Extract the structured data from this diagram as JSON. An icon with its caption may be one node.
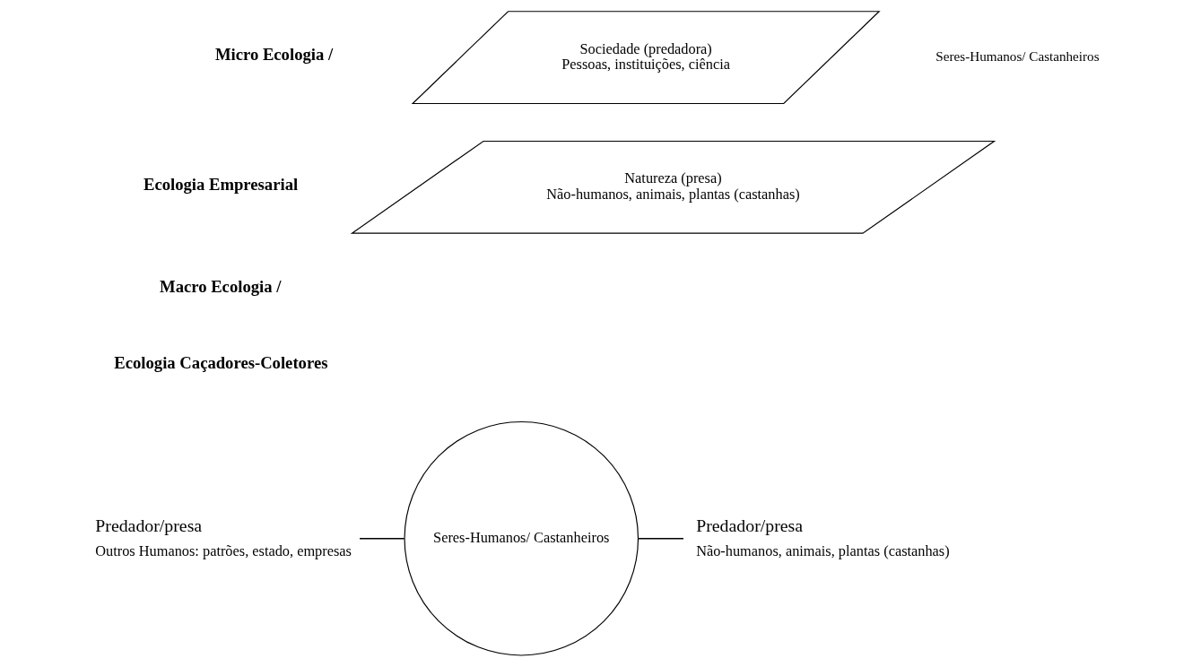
{
  "diagram": {
    "nodes": [
      {
        "text": [
          "Sociedade (predadora)",
          "Pessoas, instituições, ciência"
        ]
      },
      {
        "text": [
          "Natureza (presa)",
          "Não-humanos, animais, plantas (castanhas)"
        ]
      },
      {
        "text": [
          "Outros Humanos: patrões, estado, empresas"
        ],
        "beside": [
          "Predador/presa"
        ]
      },
      {
        "text": [
          "Seres-Humanos/ Castanheiros"
        ]
      },
      {
        "text": [
          "Não-humanos, animais, plantas (castanhas)"
        ],
        "beside": [
          "Predador/presa"
        ]
      }
    ],
    "edges": [
      {
        "from": 2,
        "to": 3,
        "arrow": "none"
      },
      {
        "from": 3,
        "to": 4,
        "arrow": "none"
      }
    ],
    "labels": [
      "Micro Ecologia /",
      "Ecologia Empresarial",
      "Seres-Humanos/ Castanheiros",
      "Macro Ecologia /",
      "Ecologia Caçadores-Coletores"
    ]
  }
}
